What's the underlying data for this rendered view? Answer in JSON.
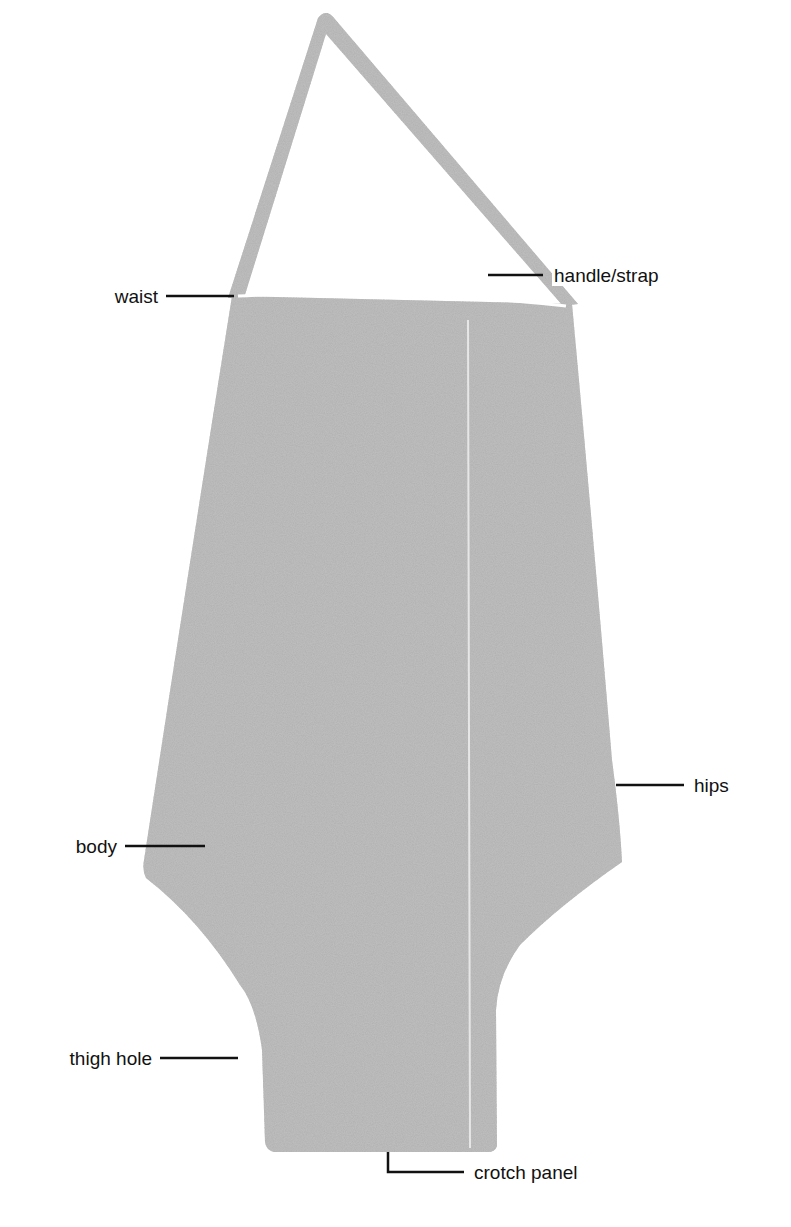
{
  "diagram": {
    "labels": [
      "handle/strap",
      "waist",
      "hips",
      "body",
      "thigh hole",
      "crotch panel"
    ]
  }
}
